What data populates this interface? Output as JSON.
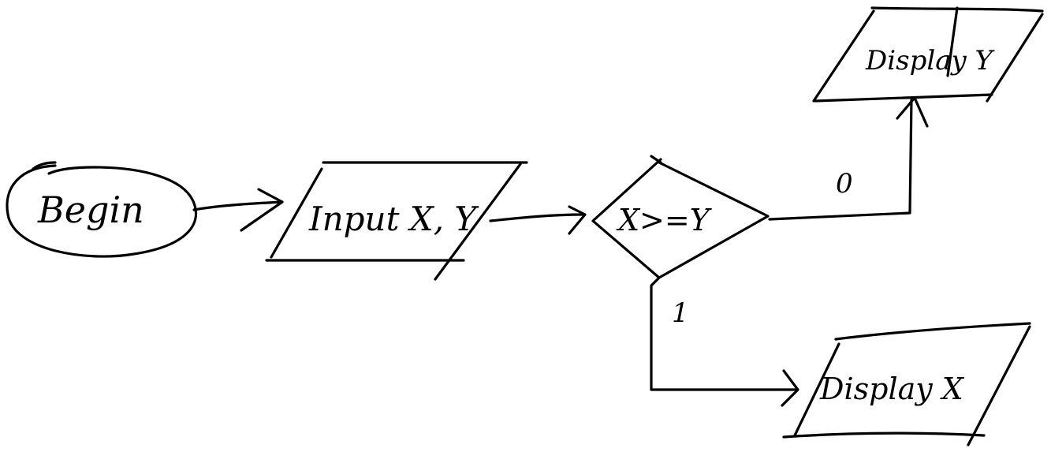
{
  "nodes": {
    "begin": {
      "label": "Begin",
      "shape": "ellipse"
    },
    "input": {
      "label": "Input X, Y",
      "shape": "parallelogram"
    },
    "decision": {
      "label": "X>=Y",
      "shape": "diamond"
    },
    "display_y": {
      "label": "Display Y",
      "shape": "parallelogram"
    },
    "display_x": {
      "label": "Display X",
      "shape": "parallelogram"
    }
  },
  "edges": {
    "begin_to_input": {
      "from": "begin",
      "to": "input",
      "label": ""
    },
    "input_to_decision": {
      "from": "input",
      "to": "decision",
      "label": ""
    },
    "decision_false": {
      "from": "decision",
      "to": "display_y",
      "label": "0"
    },
    "decision_true": {
      "from": "decision",
      "to": "display_x",
      "label": "1"
    }
  },
  "style": {
    "ink": "#000000",
    "paper": "#ffffff"
  }
}
